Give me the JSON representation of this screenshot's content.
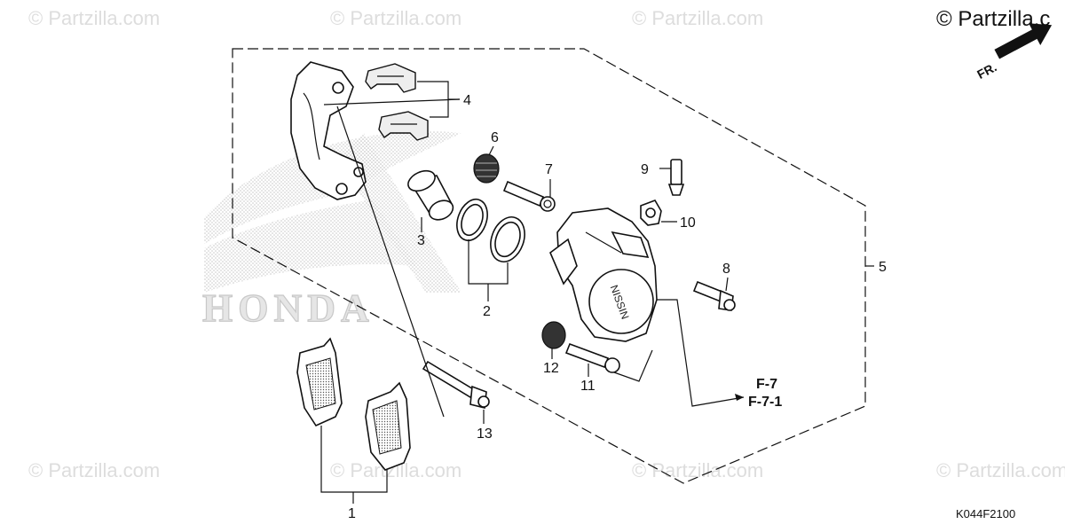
{
  "watermark": {
    "text": "© Partzilla.com",
    "copyright": "© Partzilla.c"
  },
  "diagram_code": "K044F2100",
  "direction_marker": "FR.",
  "brand_background": "HONDA",
  "caliper_marking": "NISSIN",
  "callouts": {
    "c1": "1",
    "c2": "2",
    "c3": "3",
    "c4": "4",
    "c5": "5",
    "c6": "6",
    "c7": "7",
    "c8": "8",
    "c9": "9",
    "c10": "10",
    "c11": "11",
    "c12": "12",
    "c13": "13"
  },
  "references": {
    "ref1": "F-7",
    "ref2": "F-7-1"
  }
}
